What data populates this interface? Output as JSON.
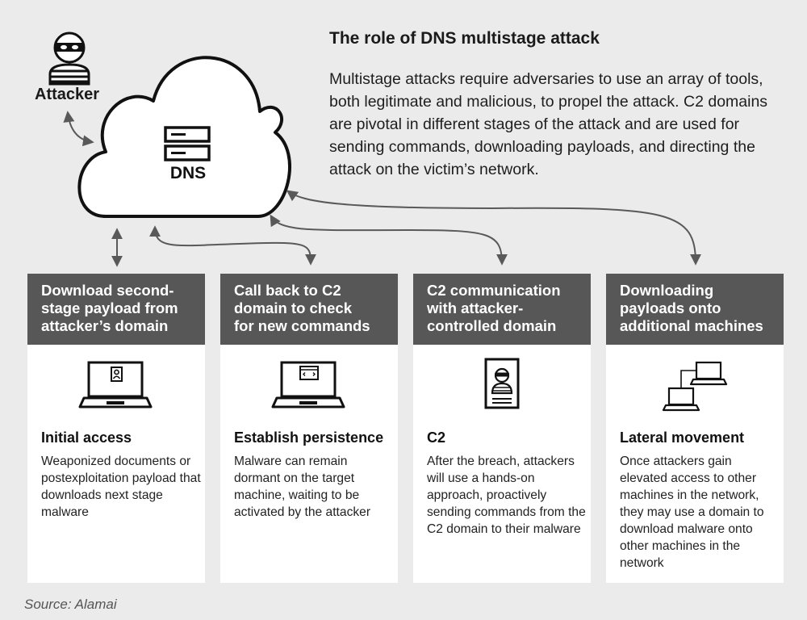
{
  "header": {
    "title": "The role of DNS multistage attack",
    "description": "Multistage attacks require adversaries to use an array of tools, both legitimate and malicious, to propel the attack. C2 domains are pivotal in different stages of the attack and are used for sending commands, downloading payloads, and directing the attack on the victim’s network."
  },
  "attacker": {
    "label": "Attacker",
    "icon": "burglar-icon"
  },
  "dns": {
    "label": "DNS",
    "icon": "server-icon"
  },
  "stages": [
    {
      "header": "Download second-stage payload from attacker’s domain",
      "header_lines": [
        "Download second-",
        "stage payload from",
        "attacker’s domain"
      ],
      "icon": "laptop-id-badge-icon",
      "subtitle": "Initial access",
      "text": "Weaponized documents or postexploitation payload that downloads next stage malware"
    },
    {
      "header": "Call back to C2 domain to check for new commands",
      "header_lines": [
        "Call back to C2",
        "domain to check",
        "for new commands"
      ],
      "icon": "laptop-code-window-icon",
      "subtitle": "Establish persistence",
      "text": "Malware can remain dormant on the target machine, waiting to be activated by the attacker"
    },
    {
      "header": "C2 communication with attacker-controlled domain",
      "header_lines": [
        "C2 communication",
        "with attacker-",
        "controlled domain"
      ],
      "icon": "attacker-profile-card-icon",
      "subtitle": "C2",
      "text": "After the breach, attackers will use a hands-on approach, proactively sending commands from the C2 domain to their malware"
    },
    {
      "header": "Downloading payloads onto additional machines",
      "header_lines": [
        "Downloading",
        "payloads onto",
        "additional machines"
      ],
      "icon": "networked-laptops-icon",
      "subtitle": "Lateral movement",
      "text": "Once attackers gain elevated access to other machines in the network, they may use a domain to download malware onto other machines in the network"
    }
  ],
  "source": "Source: Alamai",
  "colors": {
    "background": "#ebebeb",
    "card_header": "#575757",
    "card_body": "#ffffff",
    "arrow": "#595959",
    "outline": "#111111"
  }
}
